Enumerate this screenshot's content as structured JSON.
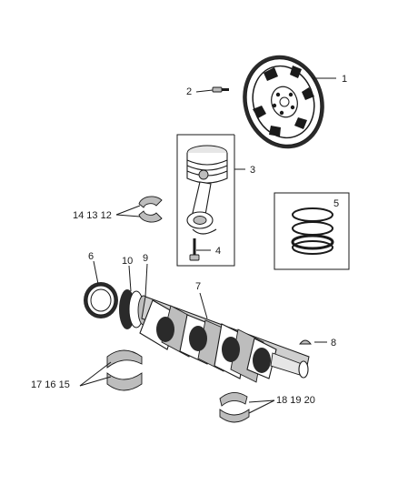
{
  "callouts": {
    "c1": "1",
    "c2": "2",
    "c3": "3",
    "c4": "4",
    "c5": "5",
    "c6": "6",
    "c7": "7",
    "c8": "8",
    "c9": "9",
    "c10": "10",
    "c12_14": "14 13 12",
    "c15_17": "17 16 15",
    "c18_20": "18 19 20"
  }
}
